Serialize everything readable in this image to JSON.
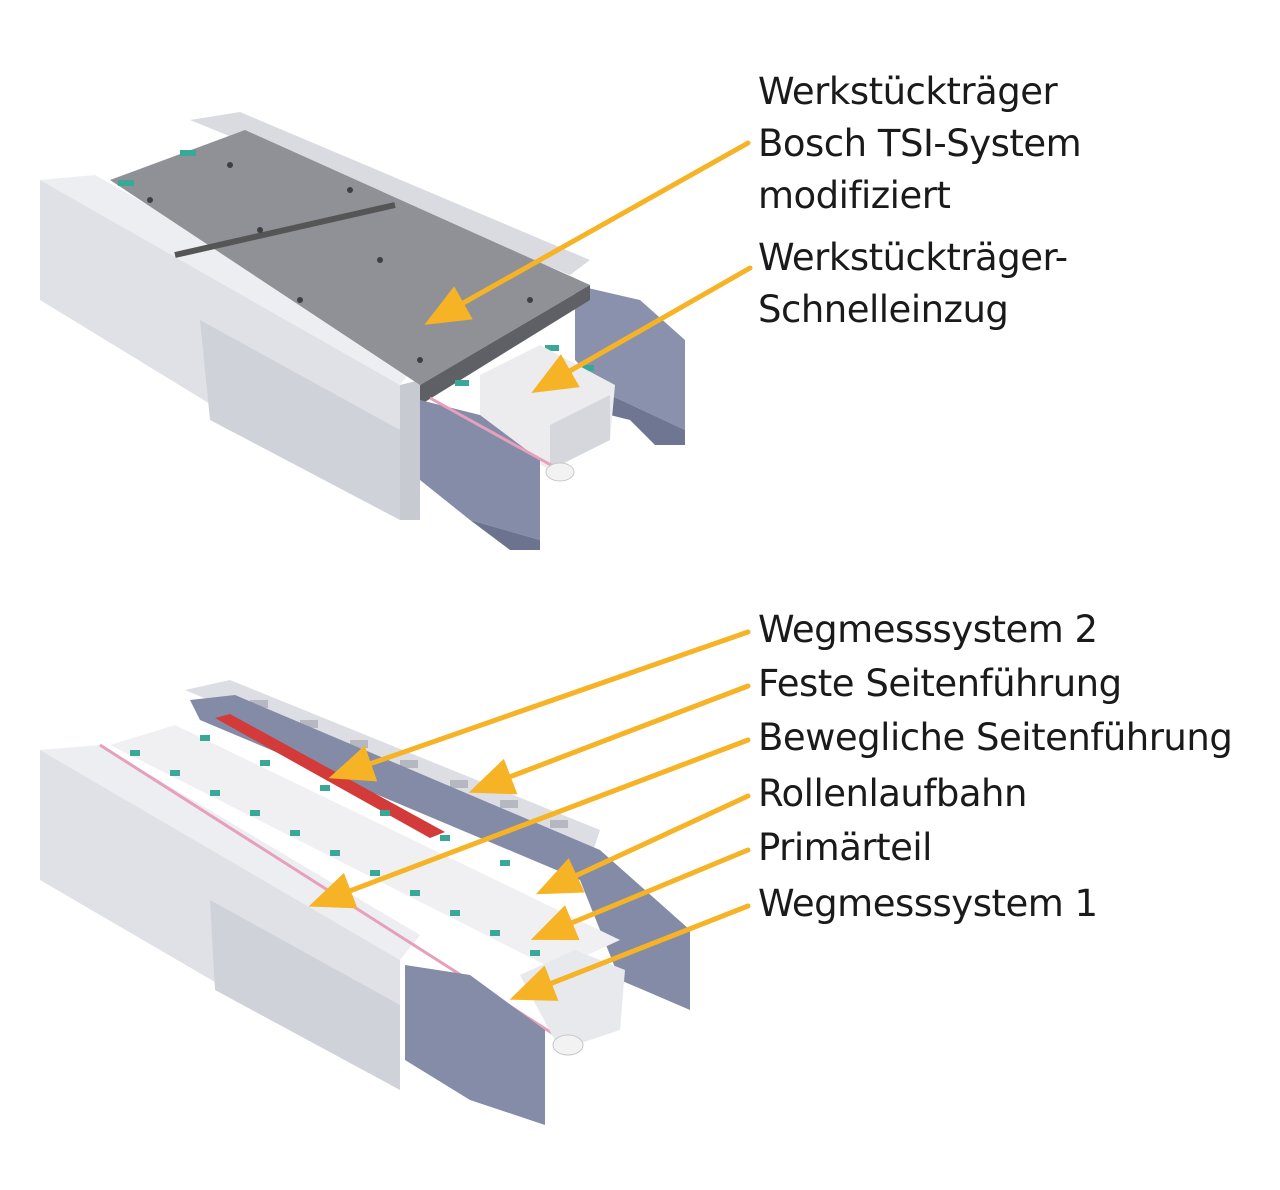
{
  "top_labels": [
    {
      "lines": [
        "Werkstückträger",
        "Bosch TSI-System",
        "modifiziert"
      ]
    },
    {
      "lines": [
        "Werkstückträger-",
        "Schnelleinzug"
      ]
    }
  ],
  "bottom_labels": [
    "Wegmesssystem 2",
    "Feste Seitenführung",
    "Bewegliche Seitenführung",
    "Rollenlaufbahn",
    "Primärteil",
    "Wegmesssystem 1"
  ],
  "colors": {
    "arrow": "#f5b325",
    "body_light": "#e4e5e9",
    "body_mid": "#cfd1d7",
    "body_dark": "#a9adb7",
    "rail_blue": "#7e86a3",
    "plate": "#8e9096",
    "teal": "#3aa896",
    "red": "#d33a3a",
    "pink": "#e7a0bb"
  }
}
